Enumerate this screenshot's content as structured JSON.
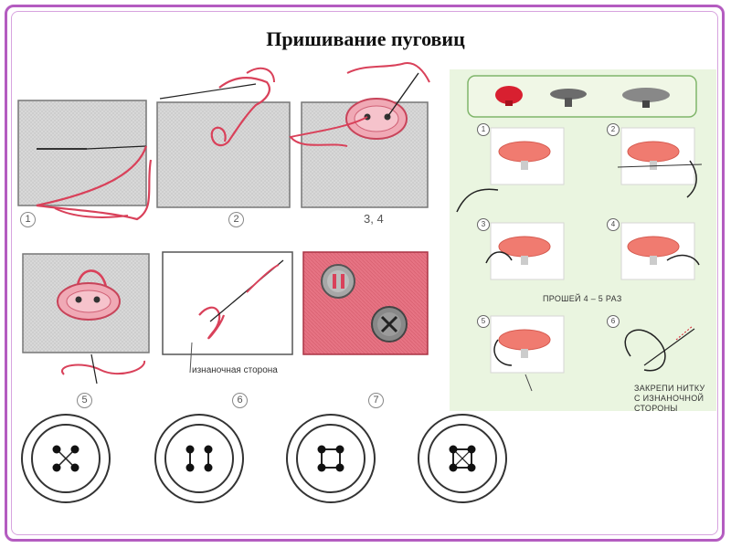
{
  "title": "Пришивание пуговиц",
  "left_steps": [
    "1",
    "2",
    "3, 4",
    "5",
    "6",
    "7"
  ],
  "left_caption": "изнаночная сторона",
  "right_steps": [
    "1",
    "2",
    "3",
    "4",
    "5",
    "6"
  ],
  "right_captions": {
    "repeat": "ПРОШЕЙ 4 – 5 РАЗ",
    "fix_line1": "ЗАКРЕПИ НИТКУ",
    "fix_line2": "С ИЗНАНОЧНОЙ",
    "fix_line3": "СТОРОНЫ"
  },
  "colors": {
    "frame": "#b45cc0",
    "thread": "#d9415a",
    "fabric": "#d9d9d9",
    "pink_fabric": "#e7707f",
    "right_bg": "#eaf5e0"
  },
  "icons": [
    "needle-icon",
    "thread-icon",
    "button-icon"
  ]
}
